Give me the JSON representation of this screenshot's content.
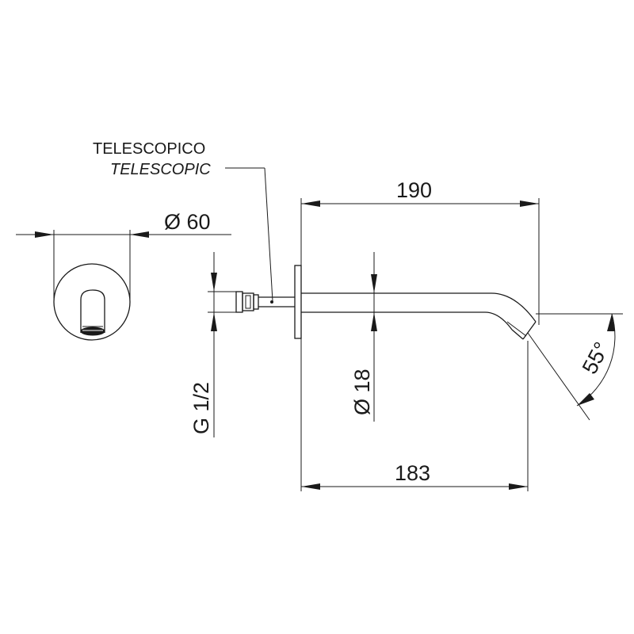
{
  "labels": {
    "telescopico": "TELESCOPICO",
    "telescopic": "TELESCOPIC",
    "diameter_60": "Ø 60",
    "length_190": "190",
    "length_183": "183",
    "thread_g12": "G 1/2",
    "diameter_18": "Ø 18",
    "angle_55": "55°"
  }
}
